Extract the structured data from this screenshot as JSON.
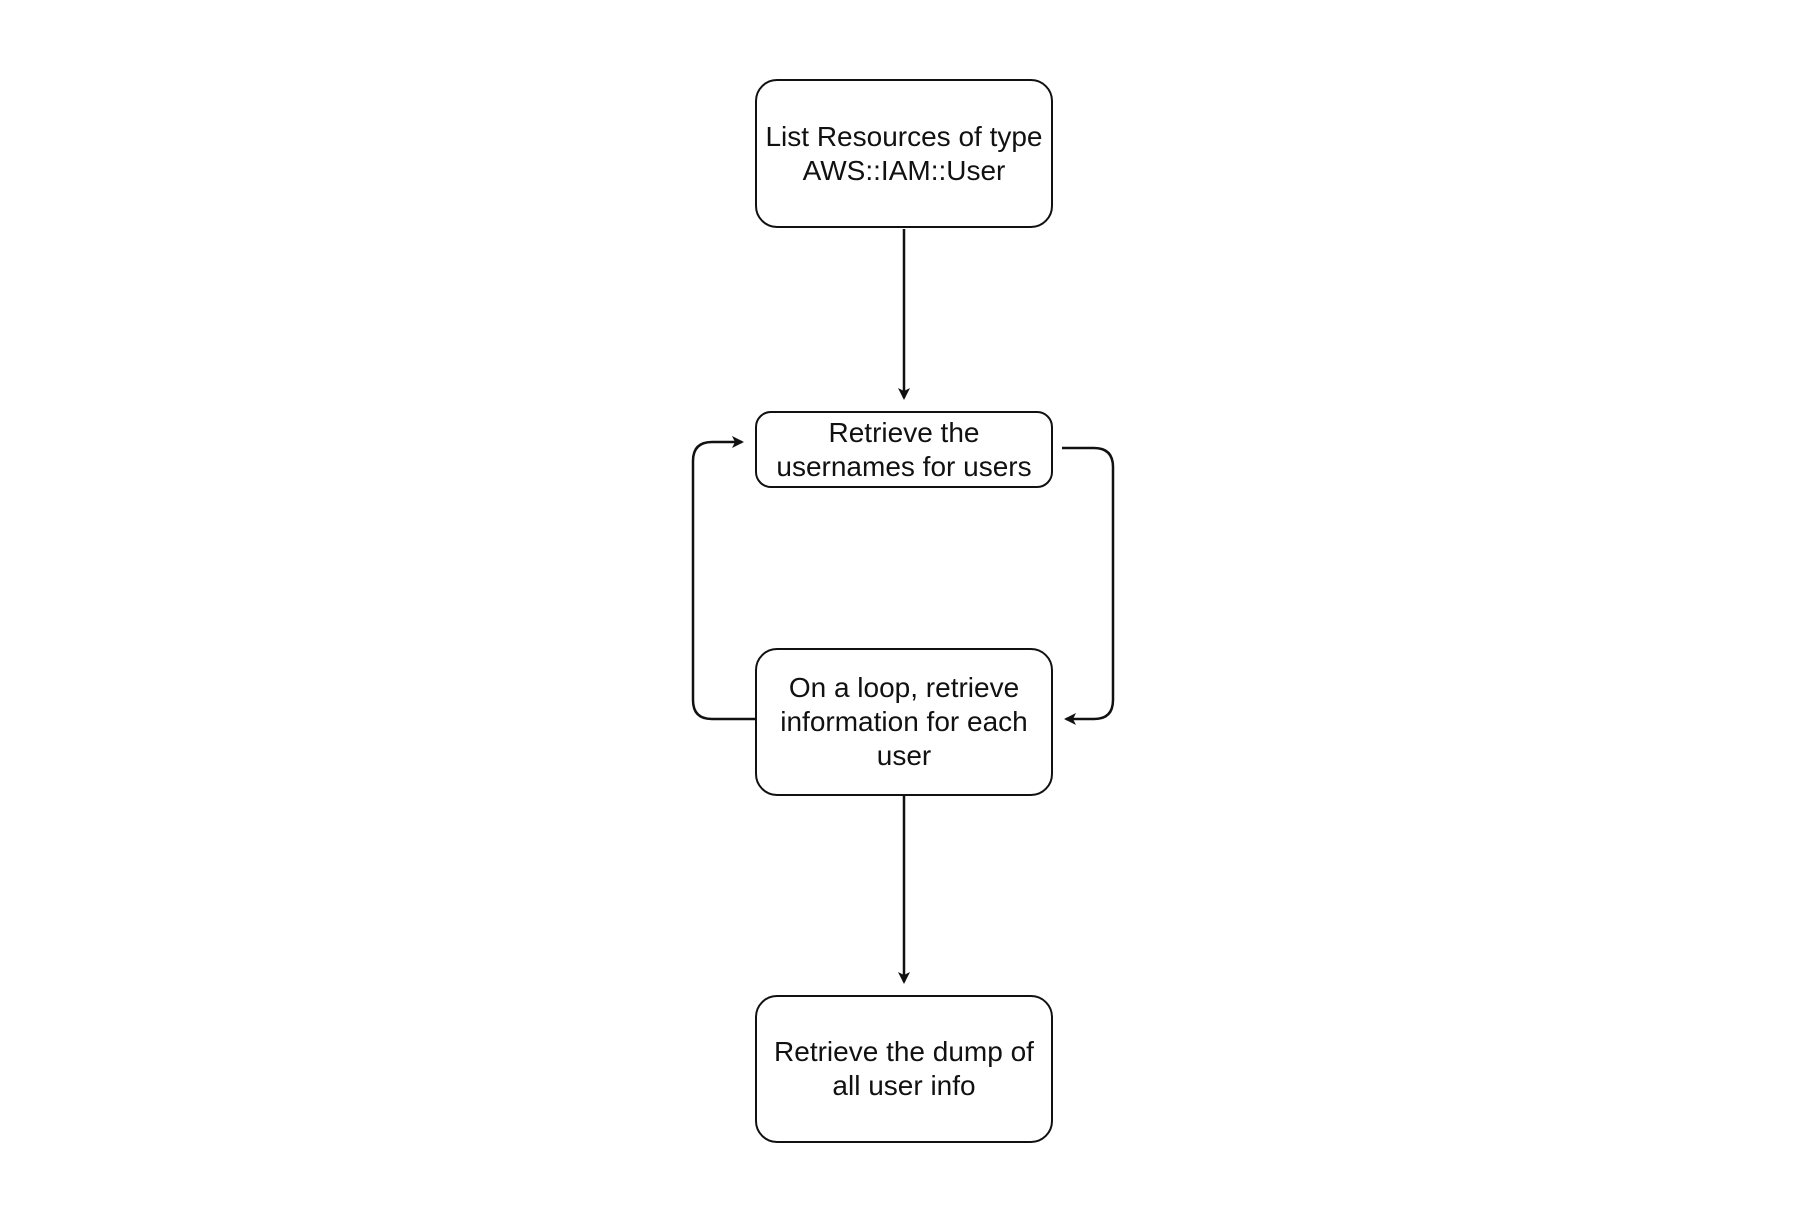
{
  "nodes": {
    "list_resources": "List Resources of type AWS::IAM::User",
    "retrieve_usernames": "Retrieve the usernames for users",
    "loop_retrieve_info": "On a loop, retrieve information for each user",
    "retrieve_dump": "Retrieve the dump of all user info"
  },
  "edges": [
    {
      "from": "list_resources",
      "to": "retrieve_usernames"
    },
    {
      "from": "retrieve_usernames",
      "to": "loop_retrieve_info"
    },
    {
      "from": "loop_retrieve_info",
      "to": "retrieve_usernames"
    },
    {
      "from": "loop_retrieve_info",
      "to": "retrieve_dump"
    }
  ],
  "colors": {
    "stroke": "#111111",
    "background": "#ffffff"
  }
}
